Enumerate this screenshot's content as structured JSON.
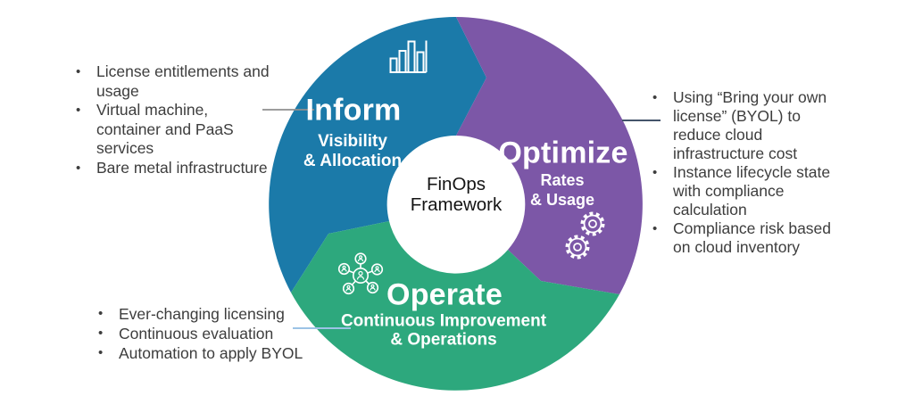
{
  "diagram": {
    "center_label": "FinOps\nFramework",
    "bullet_char": "•",
    "icon_color": "#ffffff",
    "segments": {
      "inform": {
        "title": "Inform",
        "subtitle": "Visibility\n& Allocation",
        "color": "#1b7aa9"
      },
      "optimize": {
        "title": "Optimize",
        "subtitle": "Rates\n& Usage",
        "color": "#7c57a7"
      },
      "operate": {
        "title": "Operate",
        "subtitle": "Continuous Improvement\n& Operations",
        "color": "#2da87d"
      }
    },
    "connectors": {
      "inform": {
        "color": "#8f8f8f"
      },
      "optimize": {
        "color": "#44546a"
      },
      "operate": {
        "color": "#9cc3e6"
      }
    },
    "annotations": {
      "inform": [
        "License entitlements and\nusage",
        "Virtual machine,\ncontainer and PaaS\nservices",
        "Bare metal infrastructure"
      ],
      "optimize": [
        "Using “Bring your own\nlicense” (BYOL) to\nreduce cloud\ninfrastructure cost",
        "Instance lifecycle state\nwith compliance\ncalculation",
        "Compliance risk based\non cloud inventory"
      ],
      "operate": [
        "Ever-changing licensing",
        "Continuous evaluation",
        "Automation to apply BYOL"
      ]
    }
  }
}
